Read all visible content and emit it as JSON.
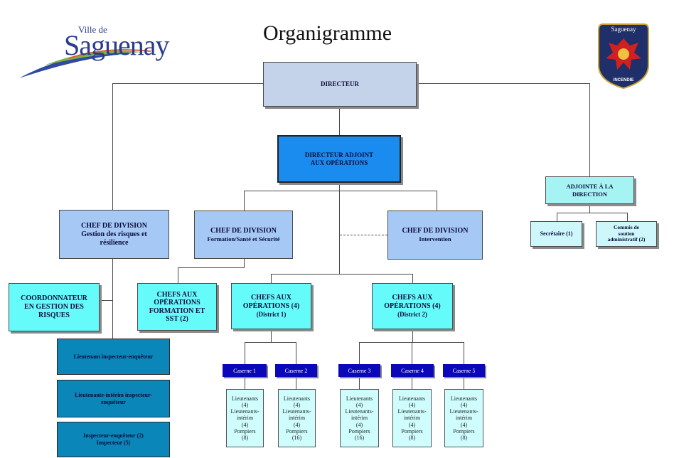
{
  "title": "Organigramme",
  "logo_left": {
    "small": "Ville de",
    "big": "Saguenay"
  },
  "logo_right": {
    "top": "Saguenay",
    "bottom": "INCENDIE"
  },
  "boxes": {
    "directeur": "DIRECTEUR",
    "adjoint": [
      "DIRECTEUR ADJOINT",
      "AUX OPÉRATIONS"
    ],
    "adjointe_direction": [
      "ADJOINTE À LA",
      "DIRECTION"
    ],
    "secretaire": "Secrétaire (1)",
    "commis": [
      "Commis de",
      "soutien",
      "administratif (2)"
    ],
    "chef_gestion": [
      "CHEF DE DIVISION",
      "Gestion des risques et",
      "résilience"
    ],
    "chef_formation": [
      "CHEF DE DIVISION",
      "Formation/Santé et Sécurité"
    ],
    "chef_intervention": [
      "CHEF DE DIVISION",
      "Intervention"
    ],
    "coordonnateur": [
      "COORDONNATEUR",
      "EN GESTION DES",
      "RISQUES"
    ],
    "chefs_formation": [
      "CHEFS AUX",
      "OPÉRATIONS",
      "FORMATION ET",
      "SST (2)"
    ],
    "chefs_d1": [
      "CHEFS AUX",
      "OPÉRATIONS (4)",
      "(District 1)"
    ],
    "chefs_d2": [
      "CHEFS AUX",
      "OPÉRATIONS (4)",
      "(District 2)"
    ],
    "lieutenant": "Lieutenant inspecteur-enquêteur",
    "lieutenante_interim": [
      "Lieutenante-intérim inspecteur-",
      "enquêteur"
    ],
    "inspecteurs": [
      "Inspecteur-enquêteur (2)",
      "Inspecteur (5)"
    ]
  },
  "casernes": [
    {
      "label": "Caserne 1",
      "crew": [
        "Lieutenants",
        "(4)",
        "Lieutenants-",
        "intérim",
        "(4)",
        "Pompiers",
        "(8)"
      ]
    },
    {
      "label": "Caserne 2",
      "crew": [
        "Lieutenants",
        "(4)",
        "Lieutenants-",
        "intérim",
        "(4)",
        "Pompiers",
        "(16)"
      ]
    },
    {
      "label": "Caserne 3",
      "crew": [
        "Lieutenants",
        "(4)",
        "Lieutenants-",
        "intérim",
        "(4)",
        "Pompiers",
        "(16)"
      ]
    },
    {
      "label": "Caserne 4",
      "crew": [
        "Lieutenants",
        "(4)",
        "Lieutenants-",
        "intérim",
        "(4)",
        "Pompiers",
        "(8)"
      ]
    },
    {
      "label": "Caserne 5",
      "crew": [
        "Lieutenants",
        "(4)",
        "Lieutenants-",
        "intérim",
        "(4)",
        "Pompiers",
        "(8)"
      ]
    }
  ],
  "colors": {
    "directeur": "#c5d3ea",
    "adjoint": "#1a8cf0",
    "chef": "#a6c8f4",
    "cyan": "#66fbfb",
    "light_cyan": "#cdf7fb",
    "teal": "#0a86b8",
    "caserne": "#0a08b8"
  }
}
